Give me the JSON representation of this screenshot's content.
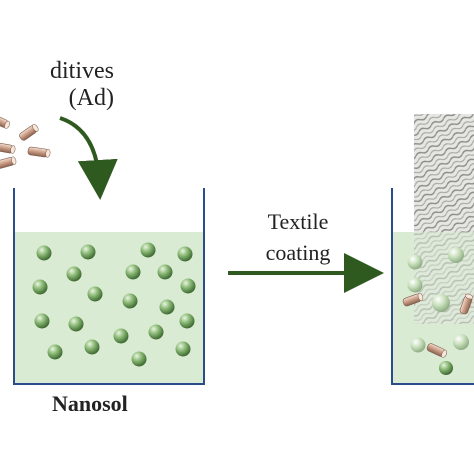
{
  "labels": {
    "additives_line1": "ditives",
    "additives_line2": "(Ad)",
    "nanosol": "Nanosol",
    "process_line1": "Textile",
    "process_line2": "coating"
  },
  "colors": {
    "liquid": "#d9ebd3",
    "beaker_stroke": "#2b4c8a",
    "arrow": "#2f5a1f",
    "particle": "#7fae6c",
    "additive": "#c99a83"
  }
}
